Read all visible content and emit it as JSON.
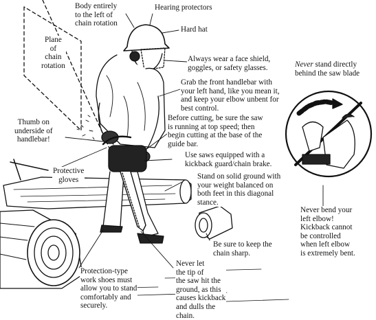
{
  "labels": {
    "body_left": "Body entirely\nto the left of\nchain rotation",
    "hearing": "Hearing protectors",
    "hard_hat": "Hard hat",
    "plane": "Plane\nof\nchain\nrotation",
    "face_shield": "Always wear a face shield,\ngoggles, or safety glasses.",
    "front_handlebar": "Grab the front handlebar with\nyour left hand, like you mean it,\nand keep your elbow unbent for\nbest control.",
    "before_cutting": "Before cutting, be sure the saw\nis running at top speed; then\nbegin cutting at the base of the\nguide bar.",
    "thumb": "Thumb on\nunderside of\nhandlebar!",
    "kickback_guard": "Use saws equipped with a\nkickback guard/chain brake.",
    "gloves": "Protective\ngloves",
    "solid_ground": "Stand on solid ground with\nyour weight balanced on\nboth feet in this diagonal\nstance.",
    "keep_sharp": "Be sure to keep the\nchain sharp.",
    "shoes": "Protection-type\nwork shoes must\nallow you to stand\ncomfortably and\nsecurely.",
    "tip": "Never let\nthe tip of\nthe saw hit the\nground, as this\ncauses kickback\nand dulls the\nchain.",
    "never_stand_em": "Never",
    "never_stand_rest": " stand directly\nbehind the saw blade",
    "elbow": "Never bend your\nleft elbow!\nKickback cannot\nbe controlled\nwhen left elbow\nis extremely bent."
  },
  "colors": {
    "ink": "#111111",
    "paper": "#ffffff"
  }
}
